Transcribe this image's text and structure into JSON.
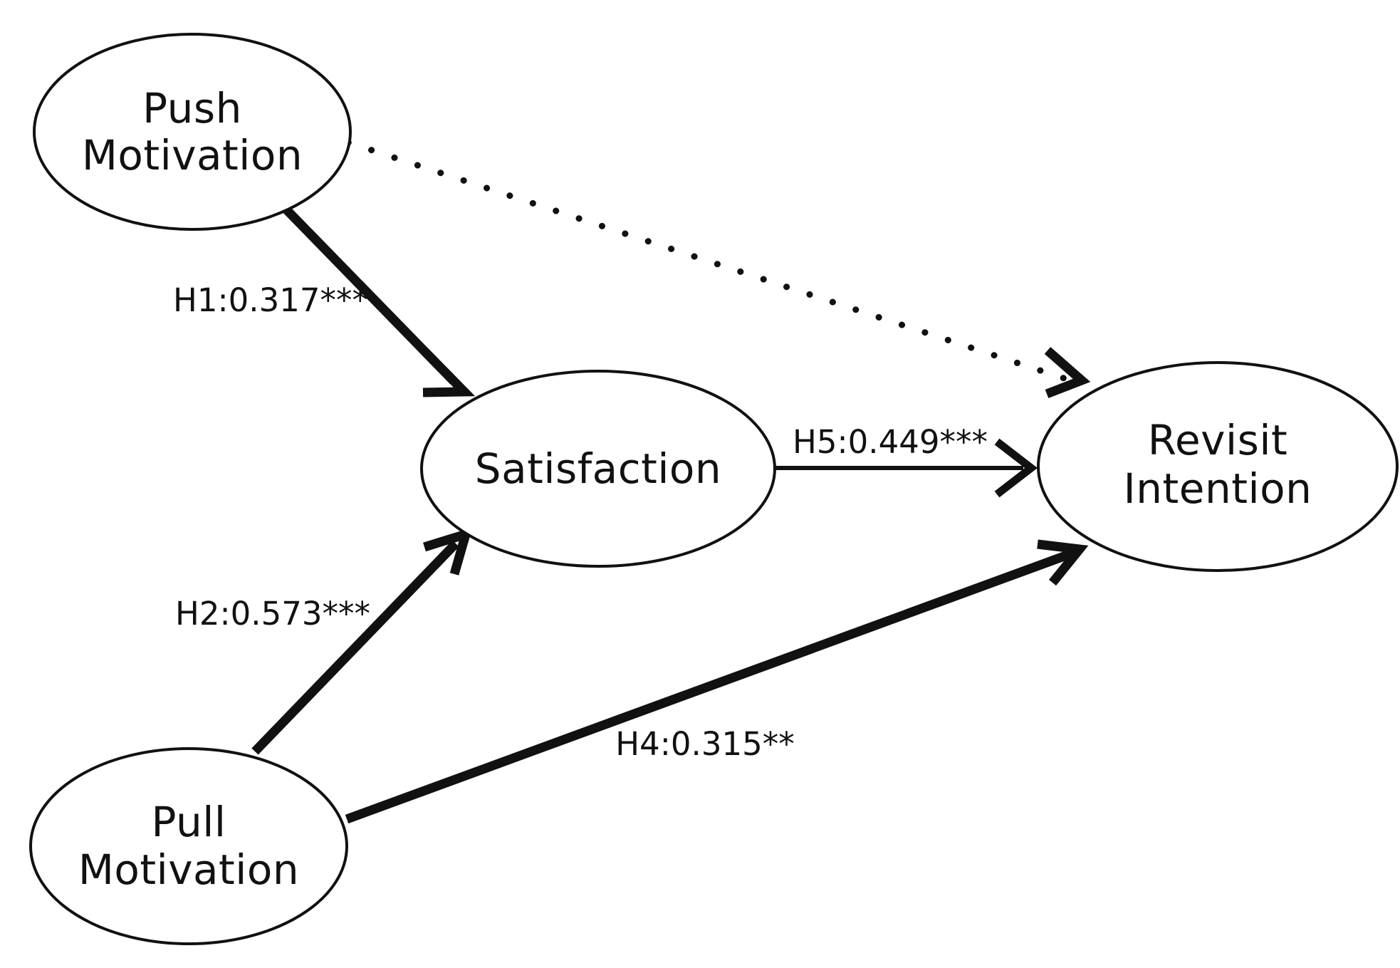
{
  "chart_data": {
    "type": "diagram",
    "title": "",
    "diagram_kind": "structural-equation-path-model",
    "nodes": [
      {
        "id": "push",
        "label_line1": "Push",
        "label_line2": "Motivation",
        "label_full": "Push Motivation"
      },
      {
        "id": "satisfaction",
        "label_line1": "Satisfaction",
        "label_line2": "",
        "label_full": "Satisfaction"
      },
      {
        "id": "revisit",
        "label_line1": "Revisit",
        "label_line2": "Intention",
        "label_full": "Revisit Intention"
      },
      {
        "id": "pull",
        "label_line1": "Pull",
        "label_line2": "Motivation",
        "label_full": "Pull Motivation"
      }
    ],
    "edges": [
      {
        "id": "h1",
        "from": "push",
        "to": "satisfaction",
        "hypothesis": "H1",
        "coefficient": "0.317",
        "significance": "***",
        "label": "H1:0.317***",
        "style": "solid"
      },
      {
        "id": "h2",
        "from": "pull",
        "to": "satisfaction",
        "hypothesis": "H2",
        "coefficient": "0.573",
        "significance": "***",
        "label": "H2:0.573***",
        "style": "solid"
      },
      {
        "id": "h3",
        "from": "push",
        "to": "revisit",
        "hypothesis": "",
        "coefficient": "",
        "significance": "",
        "label": "",
        "style": "dotted"
      },
      {
        "id": "h4",
        "from": "pull",
        "to": "revisit",
        "hypothesis": "H4",
        "coefficient": "0.315",
        "significance": "**",
        "label": "H4:0.315**",
        "style": "solid"
      },
      {
        "id": "h5",
        "from": "satisfaction",
        "to": "revisit",
        "hypothesis": "H5",
        "coefficient": "0.449",
        "significance": "***",
        "label": "H5:0.449***",
        "style": "solid"
      }
    ]
  },
  "nodes": {
    "push": {
      "line1": "Push",
      "line2": "Motivation"
    },
    "satisfaction": {
      "line1": "Satisfaction",
      "line2": ""
    },
    "revisit": {
      "line1": "Revisit",
      "line2": "Intention"
    },
    "pull": {
      "line1": "Pull",
      "line2": "Motivation"
    }
  },
  "edge_labels": {
    "h1": "H1:0.317***",
    "h2": "H2:0.573***",
    "h4": "H4:0.315**",
    "h5": "H5:0.449***"
  },
  "colors": {
    "stroke": "#111111",
    "fill": "#ffffff",
    "background": "#ffffff"
  }
}
